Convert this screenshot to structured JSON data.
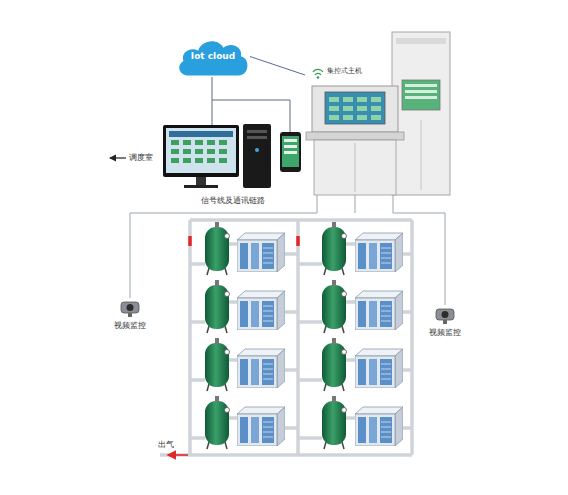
{
  "diagram": {
    "nodes": [
      {
        "text": [
          "Iot cloud"
        ]
      },
      {
        "text": [
          "集控式主机"
        ]
      },
      {
        "text": [
          "视频监控"
        ]
      },
      {
        "text": [
          "视频监控"
        ]
      }
    ],
    "edges": [
      {
        "from": 0,
        "to": 1,
        "arrow": "none"
      },
      {
        "from": 1,
        "to": 2,
        "arrow": "none"
      },
      {
        "from": 1,
        "to": 3,
        "arrow": "none"
      }
    ],
    "labels": [
      "调度室",
      "信号线及通讯链路",
      "出气"
    ]
  }
}
